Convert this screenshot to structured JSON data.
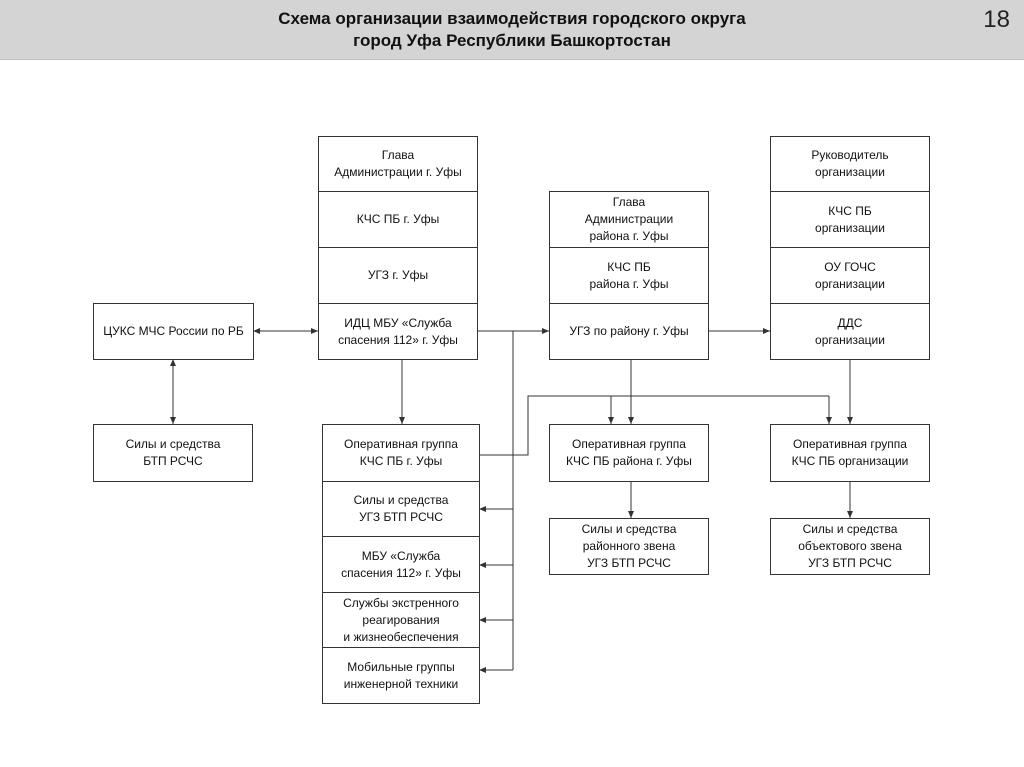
{
  "header": {
    "title_line1": "Схема организации взаимодействия городского округа",
    "title_line2": "город Уфа Республики Башкортостан",
    "page_number": "18"
  },
  "boxes": {
    "city_head": "Глава\nАдминистрации г. Уфы",
    "city_kchs": "КЧС ПБ г. Уфы",
    "city_ugz": "УГЗ г. Уфы",
    "city_idc": "ИДЦ МБУ «Служба\nспасения 112» г. Уфы",
    "district_head": "Глава\nАдминистрации\nрайона г. Уфы",
    "district_kchs": "КЧС ПБ\nрайона г. Уфы",
    "district_ugz": "УГЗ по району г. Уфы",
    "org_head": "Руководитель\nорганизации",
    "org_kchs": "КЧС ПБ\nорганизации",
    "org_ou": "ОУ ГОЧС\nорганизации",
    "org_dds": "ДДС\nорганизации",
    "tsuks": "ЦУКС МЧС России по РБ",
    "btp_forces": "Силы и средства\nБТП РСЧС",
    "op_group_city": "Оперативная группа\nКЧС ПБ г. Уфы",
    "ugz_forces": "Силы и средства\nУГЗ БТП РСЧС",
    "mbu_112": "МБУ «Служба\nспасения 112» г. Уфы",
    "emergency_services": "Службы экстренного\nреагирования\nи жизнеобеспечения",
    "mobile_groups": "Мобильные группы\nинженерной техники",
    "op_group_district": "Оперативная группа\nКЧС ПБ района г. Уфы",
    "district_forces": "Силы и средства\nрайонного звена\nУГЗ БТП РСЧС",
    "op_group_org": "Оперативная группа\nКЧС ПБ организации",
    "object_forces": "Силы и средства\nобъектового звена\nУГЗ БТП РСЧС"
  },
  "colors": {
    "line": "#333333",
    "header_bg": "#d4d4d4"
  }
}
